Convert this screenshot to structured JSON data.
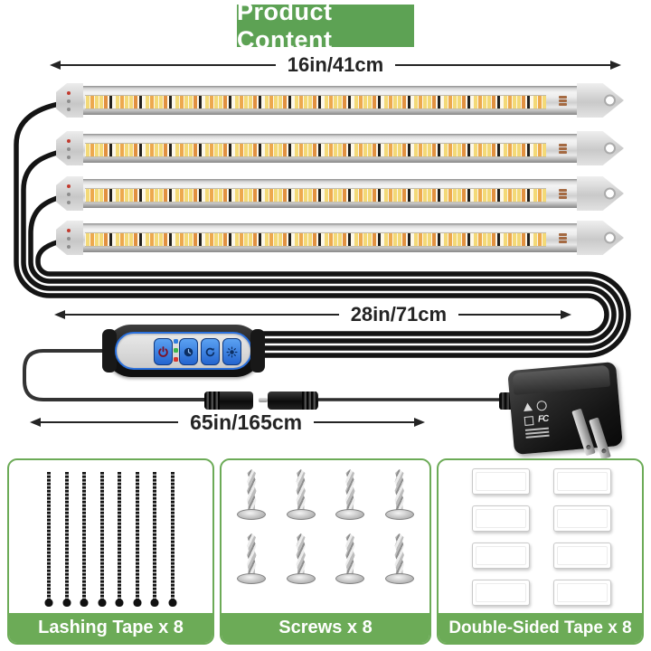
{
  "title": "Product Content",
  "dimensions": {
    "strip": "16in/41cm",
    "middle": "28in/71cm",
    "power": "65in/165cm"
  },
  "strip_count": 4,
  "controller": {
    "button_icons": [
      "power-icon",
      "timer-icon",
      "mode-cycle-icon",
      "dimmer-icon"
    ],
    "indicator_colors": [
      "#2f7de0",
      "#3cb54a",
      "#d8342c"
    ]
  },
  "adapter": {
    "mark": "FC"
  },
  "kits": [
    {
      "id": "lashing-tape",
      "label": "Lashing Tape x 8",
      "count": 8
    },
    {
      "id": "screws",
      "label": "Screws x 8",
      "count": 8
    },
    {
      "id": "double-sided-tape",
      "label": "Double-Sided Tape x 8",
      "count": 8
    }
  ],
  "colors": {
    "header_green": "#5da254",
    "card_green": "#6cab57",
    "cable_black": "#141414"
  }
}
